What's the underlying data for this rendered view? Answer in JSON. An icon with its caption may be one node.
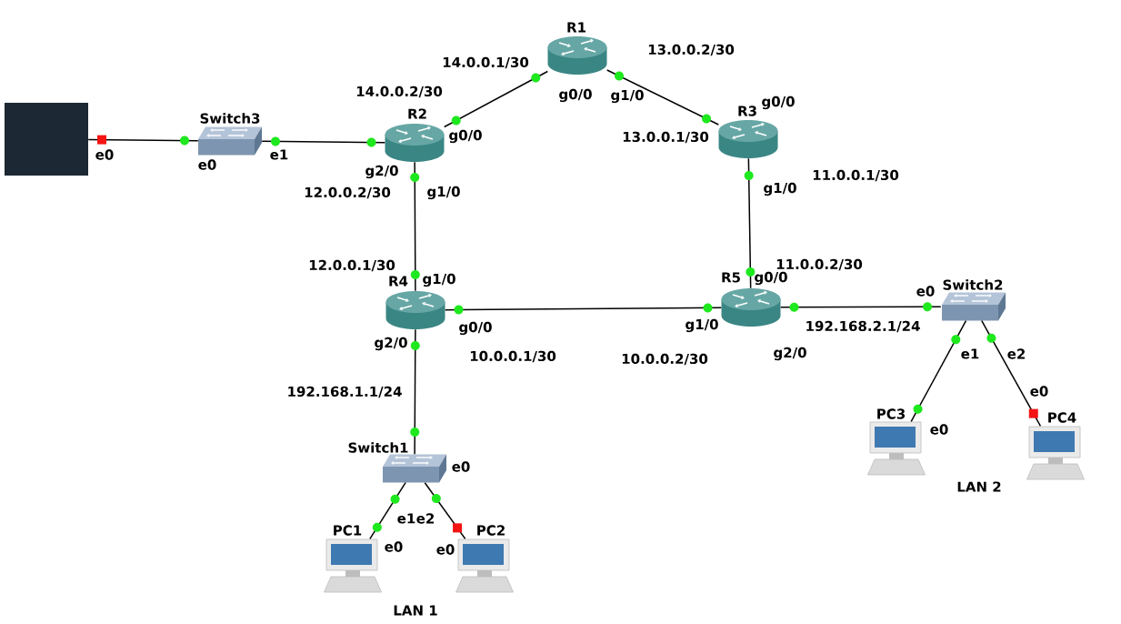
{
  "diagram": {
    "nodes": [
      {
        "text": [
          "R1"
        ]
      },
      {
        "text": [],
        "shape": "box"
      },
      {
        "text": [
          "Switch3"
        ]
      },
      {
        "text": [
          "R2"
        ]
      },
      {
        "text": [
          "R3"
        ]
      },
      {
        "text": [
          "R4"
        ]
      },
      {
        "text": [
          "R5"
        ]
      },
      {
        "text": [
          "Switch2"
        ]
      },
      {
        "text": [
          "PC3"
        ]
      },
      {
        "text": [
          "PC4"
        ]
      },
      {
        "text": [
          "Switch1"
        ]
      },
      {
        "text": [
          "PC1"
        ]
      },
      {
        "text": [
          "PC2"
        ]
      }
    ],
    "edges": [
      {
        "from": 1,
        "to": 2,
        "arrow": "none"
      },
      {
        "from": 2,
        "to": 3,
        "arrow": "none"
      },
      {
        "from": 3,
        "to": 0,
        "arrow": "none"
      },
      {
        "from": 0,
        "to": 4,
        "arrow": "none"
      },
      {
        "from": 3,
        "to": 5,
        "arrow": "none"
      },
      {
        "from": 4,
        "to": 6,
        "arrow": "none"
      },
      {
        "from": 5,
        "to": 6,
        "arrow": "none"
      },
      {
        "from": 6,
        "to": 7,
        "arrow": "none"
      },
      {
        "from": 5,
        "to": 10,
        "arrow": "none"
      },
      {
        "from": 10,
        "to": 11,
        "arrow": "none"
      },
      {
        "from": 10,
        "to": 12,
        "arrow": "none"
      },
      {
        "from": 7,
        "to": 8,
        "arrow": "none"
      },
      {
        "from": 7,
        "to": 9,
        "arrow": "none"
      }
    ],
    "labels": [
      "13.0.0.2/30",
      "14.0.0.1/30",
      "14.0.0.2/30",
      "g0/0",
      "g1/0",
      "g0/0",
      "g0/0",
      "13.0.0.1/30",
      "e0",
      "e0",
      "e1",
      "g2/0",
      "11.0.0.1/30",
      "g1/0",
      "g1/0",
      "12.0.0.2/30",
      "11.0.0.2/30",
      "12.0.0.1/30",
      "g0/0",
      "g1/0",
      "e0",
      "g1/0",
      "192.168.2.1/24",
      "g0/0",
      "g2/0",
      "g2/0",
      "e1",
      "e2",
      "10.0.0.1/30",
      "10.0.0.2/30",
      "192.168.1.1/24",
      "e0",
      "e0",
      "e0",
      "LAN 2",
      "e1",
      "e2",
      "e0",
      "e0",
      "LAN 1"
    ]
  }
}
